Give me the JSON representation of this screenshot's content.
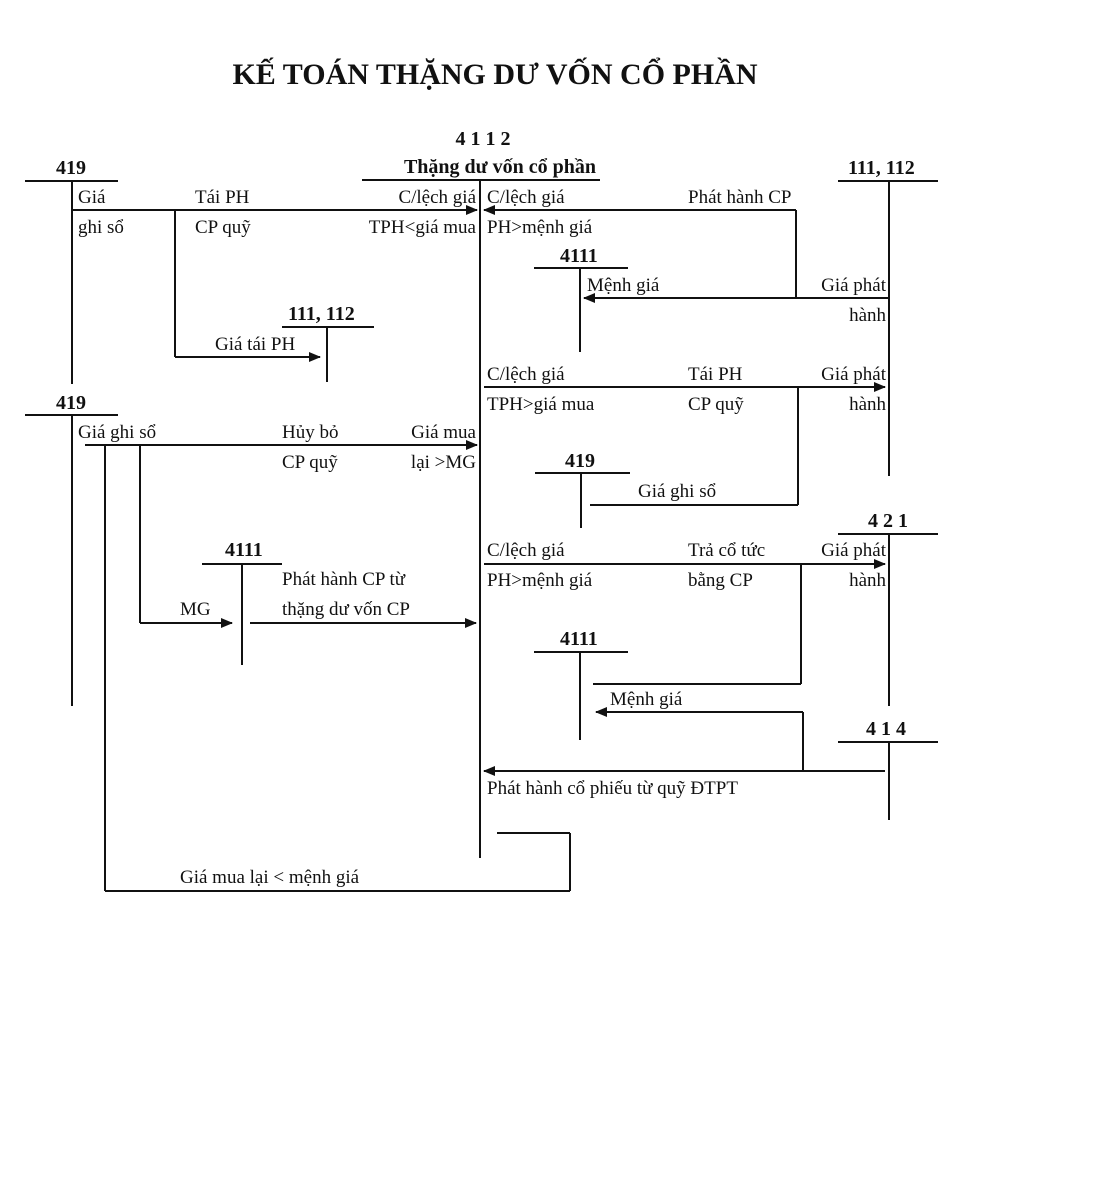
{
  "title": "KẾ TOÁN THẶNG DƯ VỐN CỔ PHẦN",
  "main_account": {
    "code": "4 1 1 2",
    "name": "Thặng dư vốn cổ phần"
  },
  "accounts": {
    "a419_top": "419",
    "a111_112_right": "111, 112",
    "a4111_upper": "4111",
    "a111_112_mid": "111, 112",
    "a419_left": "419",
    "a419_mid": "419",
    "a421": "4 2 1",
    "a4111_left": "4111",
    "a4111_lower": "4111",
    "a414": "4 1 4"
  },
  "labels": {
    "gia": "Giá",
    "ghi_so": "ghi sổ",
    "tai_ph": "Tái PH",
    "cp_quy": "CP quỹ",
    "clech_left": "C/lệch giá",
    "tph_lt_gia_mua": "TPH<giá mua",
    "clech_right": "C/lệch giá",
    "ph_gt_menh_gia": "PH>mệnh giá",
    "phat_hanh_cp": "Phát hành CP",
    "menh_gia": "Mệnh giá",
    "gia_phat_1": "Giá phát",
    "hanh_1": "hành",
    "gia_tai_ph": "Giá tái PH",
    "clech_2": "C/lệch giá",
    "tph_gt_gia_mua": "TPH>giá mua",
    "tai_ph_2": "Tái PH",
    "cp_quy_2": "CP quỹ",
    "gia_phat_2": "Giá phát",
    "hanh_2": "hành",
    "gia_ghi_so_left": "Giá ghi sổ",
    "huy_bo": "Hủy bỏ",
    "cp_quy_3": "CP quỹ",
    "gia_mua": "Giá mua",
    "lai_gt_mg": "lại >MG",
    "gia_ghi_so_mid": "Giá ghi sổ",
    "clech_3": "C/lệch giá",
    "ph_gt_menh_gia_2": "PH>mệnh giá",
    "tra_co_tuc": "Trả cổ tức",
    "bang_cp": "bằng CP",
    "gia_phat_3": "Giá phát",
    "hanh_3": "hành",
    "phat_hanh_cp_tu": "Phát hành CP từ",
    "thang_du_von_cp": "thặng dư vốn CP",
    "mg": "MG",
    "menh_gia_2": "Mệnh giá",
    "phat_hanh_quy_dtpt": "Phát hành cổ phiếu từ quỹ ĐTPT",
    "gia_mua_lai_lt_mg": "Giá mua lại < mệnh giá"
  }
}
